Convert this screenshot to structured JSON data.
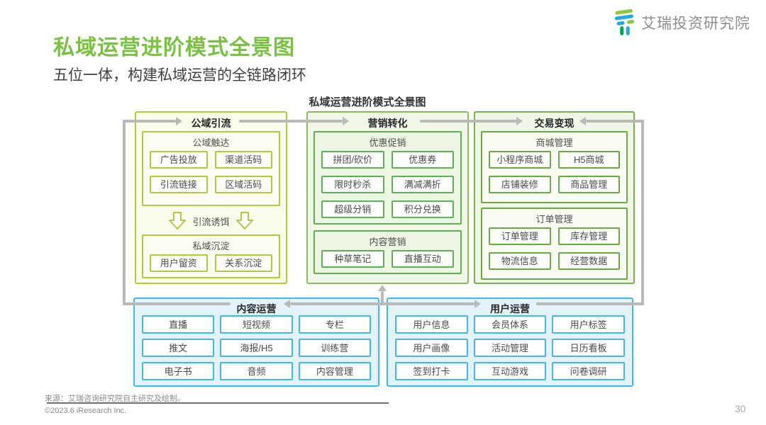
{
  "page": {
    "title": "私域运营进阶模式全景图",
    "subtitle": "五位一体，构建私域运营的全链路闭环",
    "logo_text": "艾瑞投资研究院",
    "diagram_title": "私域运营进阶模式全景图",
    "source": "来源：艾瑞咨询研究院自主研究及绘制。",
    "copyright": "©2023.6 iResearch Inc.",
    "page_number": "30"
  },
  "colors": {
    "accent_green": "#7ac143",
    "lime_border": "#b2c83d",
    "green_border": "#5db054",
    "dark_green_border": "#68ad41",
    "blue_border": "#43b7e8",
    "connector_gray": "#b9b9b9",
    "logo_green": "#8dc63f",
    "logo_blue": "#27aae1"
  },
  "sections": {
    "public_traffic": {
      "title": "公域引流",
      "bait_label": "引流诱饵",
      "groups": [
        {
          "label": "公域触达",
          "items": [
            "广告投放",
            "渠道活码",
            "引流链接",
            "区域活码"
          ]
        },
        {
          "label": "私域沉淀",
          "items": [
            "用户留资",
            "关系沉淀"
          ]
        }
      ]
    },
    "marketing": {
      "title": "营销转化",
      "groups": [
        {
          "label": "优惠促销",
          "items": [
            "拼团/砍价",
            "优惠券",
            "限时秒杀",
            "满减满折",
            "超级分销",
            "积分兑换"
          ]
        },
        {
          "label": "内容营销",
          "items": [
            "种草笔记",
            "直播互动"
          ]
        }
      ]
    },
    "transaction": {
      "title": "交易变现",
      "groups": [
        {
          "label": "商城管理",
          "items": [
            "小程序商城",
            "H5商城",
            "店铺装修",
            "商品管理"
          ]
        },
        {
          "label": "订单管理",
          "items": [
            "订单管理",
            "库存管理",
            "物流信息",
            "经营数据"
          ]
        }
      ]
    },
    "content_ops": {
      "title": "内容运营",
      "items": [
        "直播",
        "短视频",
        "专栏",
        "推文",
        "海报/H5",
        "训练营",
        "电子书",
        "音频",
        "内容管理"
      ]
    },
    "user_ops": {
      "title": "用户运营",
      "items": [
        "用户信息",
        "会员体系",
        "用户标签",
        "用户画像",
        "活动管理",
        "日历看板",
        "签到打卡",
        "互动游戏",
        "问卷调研"
      ]
    }
  }
}
